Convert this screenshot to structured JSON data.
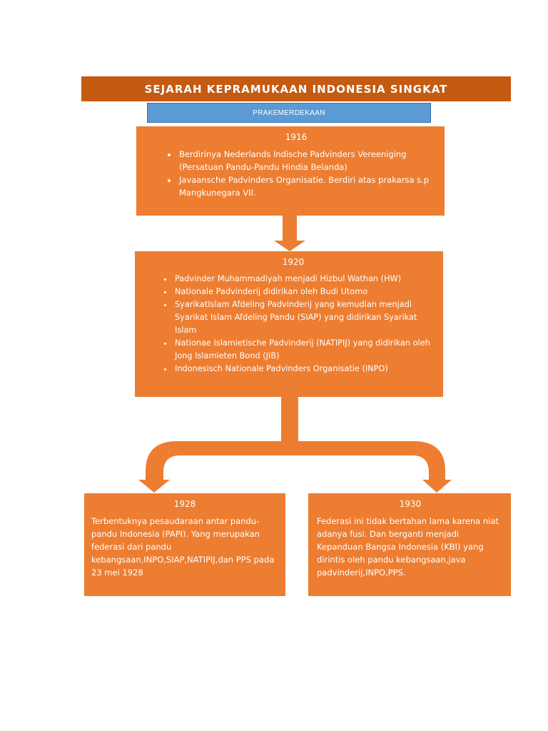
{
  "header": {
    "title": "SEJARAH KEPRAMUKAAN INDONESIA SINGKAT",
    "subtitle": "PRAKEMERDEKAAN"
  },
  "boxes": {
    "b1916": {
      "year": "1916",
      "items": [
        "Berdirinya Nederlands Indische Padvinders Vereeniging (Persatuan Pandu-Pandu Hindia Belanda)",
        "Javaansche Padvinders Organisatie. Berdiri atas prakarsa s.p Mangkunegara VII."
      ]
    },
    "b1920": {
      "year": "1920",
      "items": [
        "Padvinder Muhammadiyah menjadi Hizbul Wathan (HW)",
        "Nationale Padvinderij didirikan oleh Budi Utomo",
        "SyarikatIslam Afdeling Padvinderij yang kemudian menjadi Syarikat Islam Afdeling Pandu (SIAP) yang didirikan Syarikat Islam",
        "Nationae Islamietische Padvinderij (NATIPIJ) yang didirikan oleh Jong Islamieten Bond (JIB)",
        "Indonesisch Nationale Padvinders Organisatie (INPO)"
      ]
    },
    "b1928": {
      "year": "1928",
      "text": "Terbentuknya pesaudaraan antar pandu-pandu Indonesia (PAPI). Yang merupakan federasi dari pandu kebangsaan,INPO,SIAP,NATIPIJ,dan PPS pada 23 mei 1928"
    },
    "b1930": {
      "year": "1930",
      "text": "Federasi ini tidak bertahan lama karena niat adanya fusi. Dan berganti menjadi Kepanduan Bangsa Indonesia (KBI) yang dirintis oleh pandu kebangsaan,java padvinderij,INPO,PPS."
    }
  },
  "colors": {
    "title_bg": "#c55a11",
    "box_bg": "#ed7d31",
    "subtitle_bg": "#5b9bd5",
    "text": "#ffffff"
  }
}
